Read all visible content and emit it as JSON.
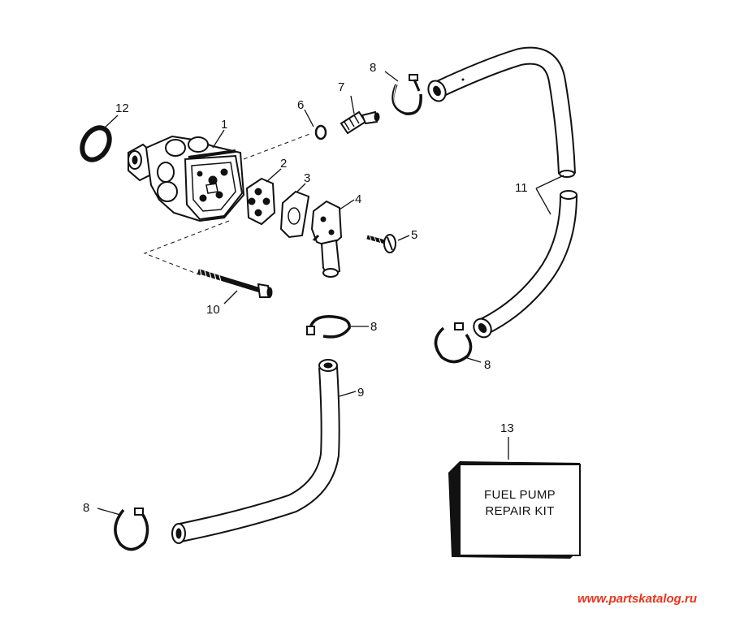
{
  "diagram": {
    "callouts": {
      "c1": "1",
      "c2": "2",
      "c3": "3",
      "c4": "4",
      "c5": "5",
      "c6": "6",
      "c7": "7",
      "c8a": "8",
      "c8b": "8",
      "c8c": "8",
      "c8d": "8",
      "c9": "9",
      "c10": "10",
      "c11": "11",
      "c12": "12",
      "c13": "13"
    },
    "kit_label": {
      "line1": "FUEL PUMP",
      "line2": "REPAIR KIT"
    },
    "watermark": "www.partskatalog.ru"
  },
  "colors": {
    "ink": "#111111",
    "background": "#ffffff",
    "watermark": "#e8341c"
  }
}
